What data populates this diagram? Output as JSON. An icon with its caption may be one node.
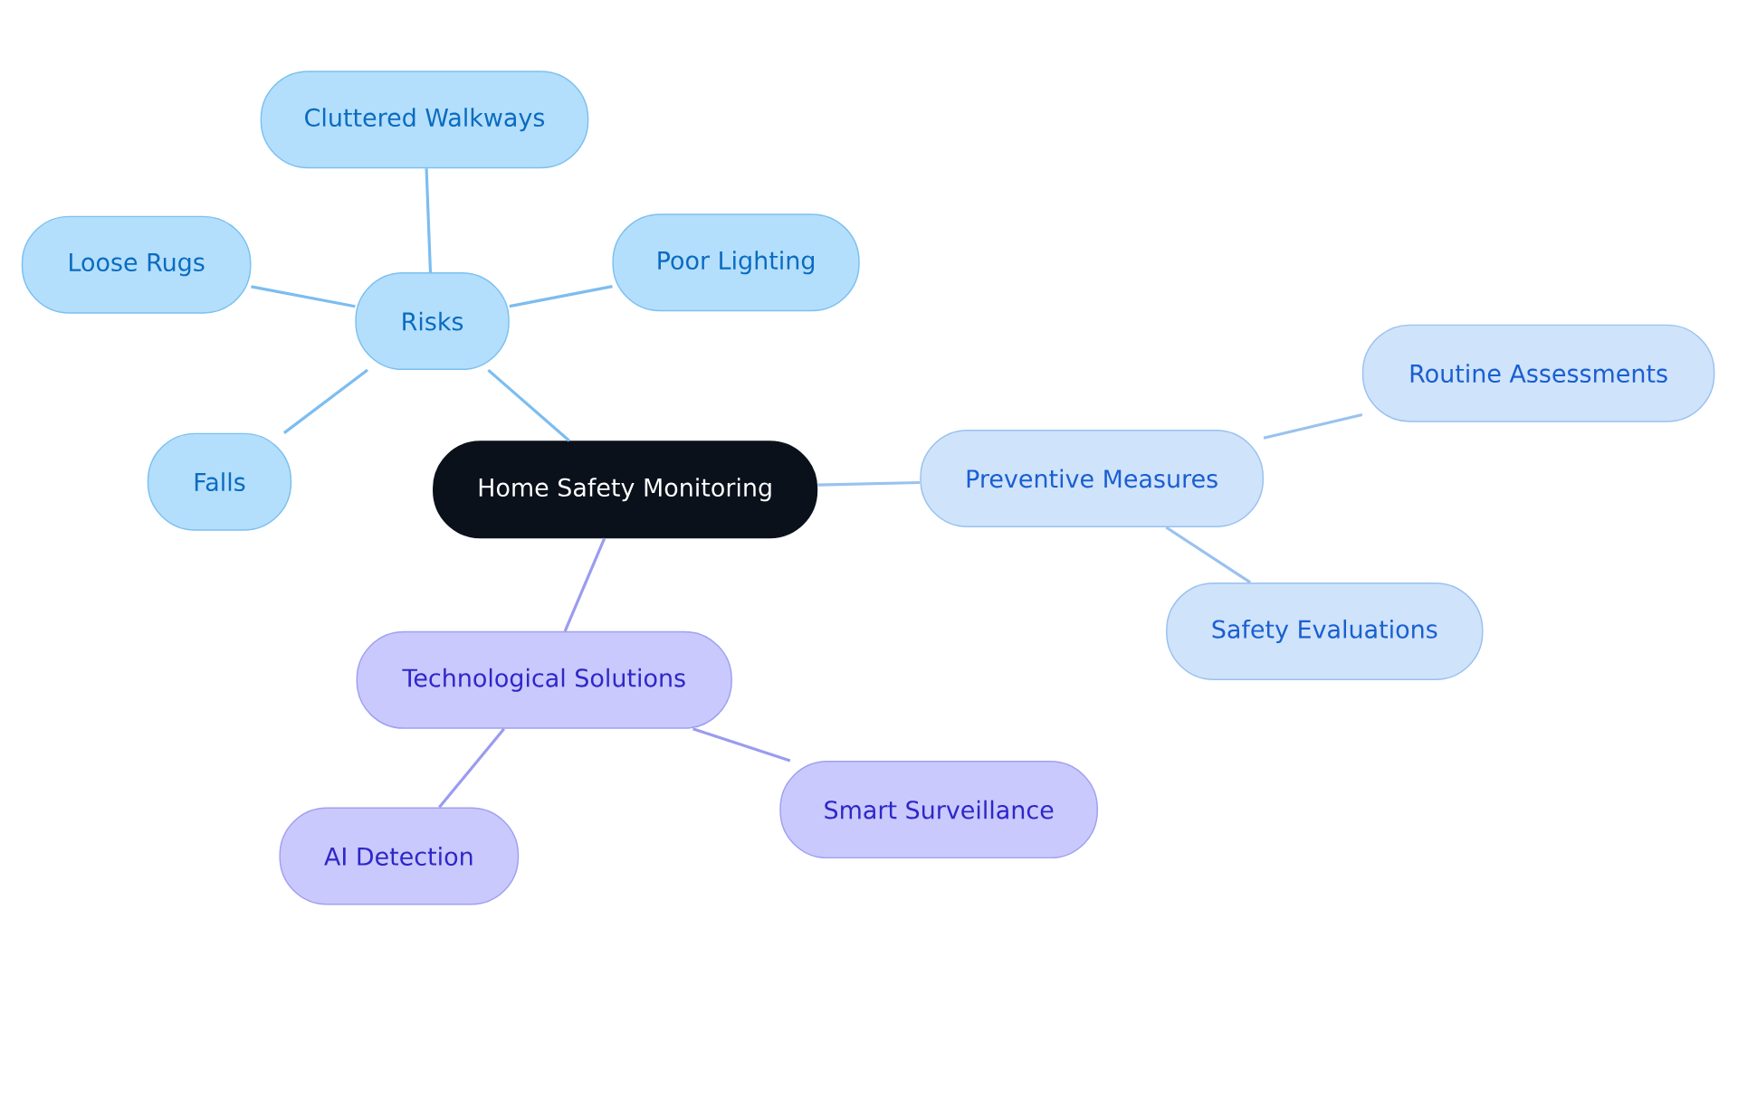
{
  "diagram": {
    "nodes": [
      {
        "text": [
          "Home Safety Monitoring"
        ]
      },
      {
        "text": [
          "Risks"
        ]
      },
      {
        "text": [
          "Cluttered Walkways"
        ]
      },
      {
        "text": [
          "Loose Rugs"
        ]
      },
      {
        "text": [
          "Poor Lighting"
        ]
      },
      {
        "text": [
          "Falls"
        ]
      },
      {
        "text": [
          "Preventive Measures"
        ]
      },
      {
        "text": [
          "Routine Assessments"
        ]
      },
      {
        "text": [
          "Safety Evaluations"
        ]
      },
      {
        "text": [
          "Technological Solutions"
        ]
      },
      {
        "text": [
          "AI Detection"
        ]
      },
      {
        "text": [
          "Smart Surveillance"
        ]
      }
    ],
    "edges": [
      {
        "from": 0,
        "to": 1,
        "arrow": "none"
      },
      {
        "from": 1,
        "to": 2,
        "arrow": "none"
      },
      {
        "from": 1,
        "to": 3,
        "arrow": "none"
      },
      {
        "from": 1,
        "to": 4,
        "arrow": "none"
      },
      {
        "from": 1,
        "to": 5,
        "arrow": "none"
      },
      {
        "from": 0,
        "to": 6,
        "arrow": "none",
        "color": "#99c2ef"
      },
      {
        "from": 6,
        "to": 7,
        "arrow": "none",
        "color": "#99c2ef"
      },
      {
        "from": 6,
        "to": 8,
        "arrow": "none",
        "color": "#99c2ef"
      },
      {
        "from": 0,
        "to": 9,
        "arrow": "none",
        "color": "#9b9bf0"
      },
      {
        "from": 9,
        "to": 10,
        "arrow": "none",
        "color": "#9b9bf0"
      },
      {
        "from": 9,
        "to": 11,
        "arrow": "none",
        "color": "#9b9bf0"
      }
    ]
  }
}
